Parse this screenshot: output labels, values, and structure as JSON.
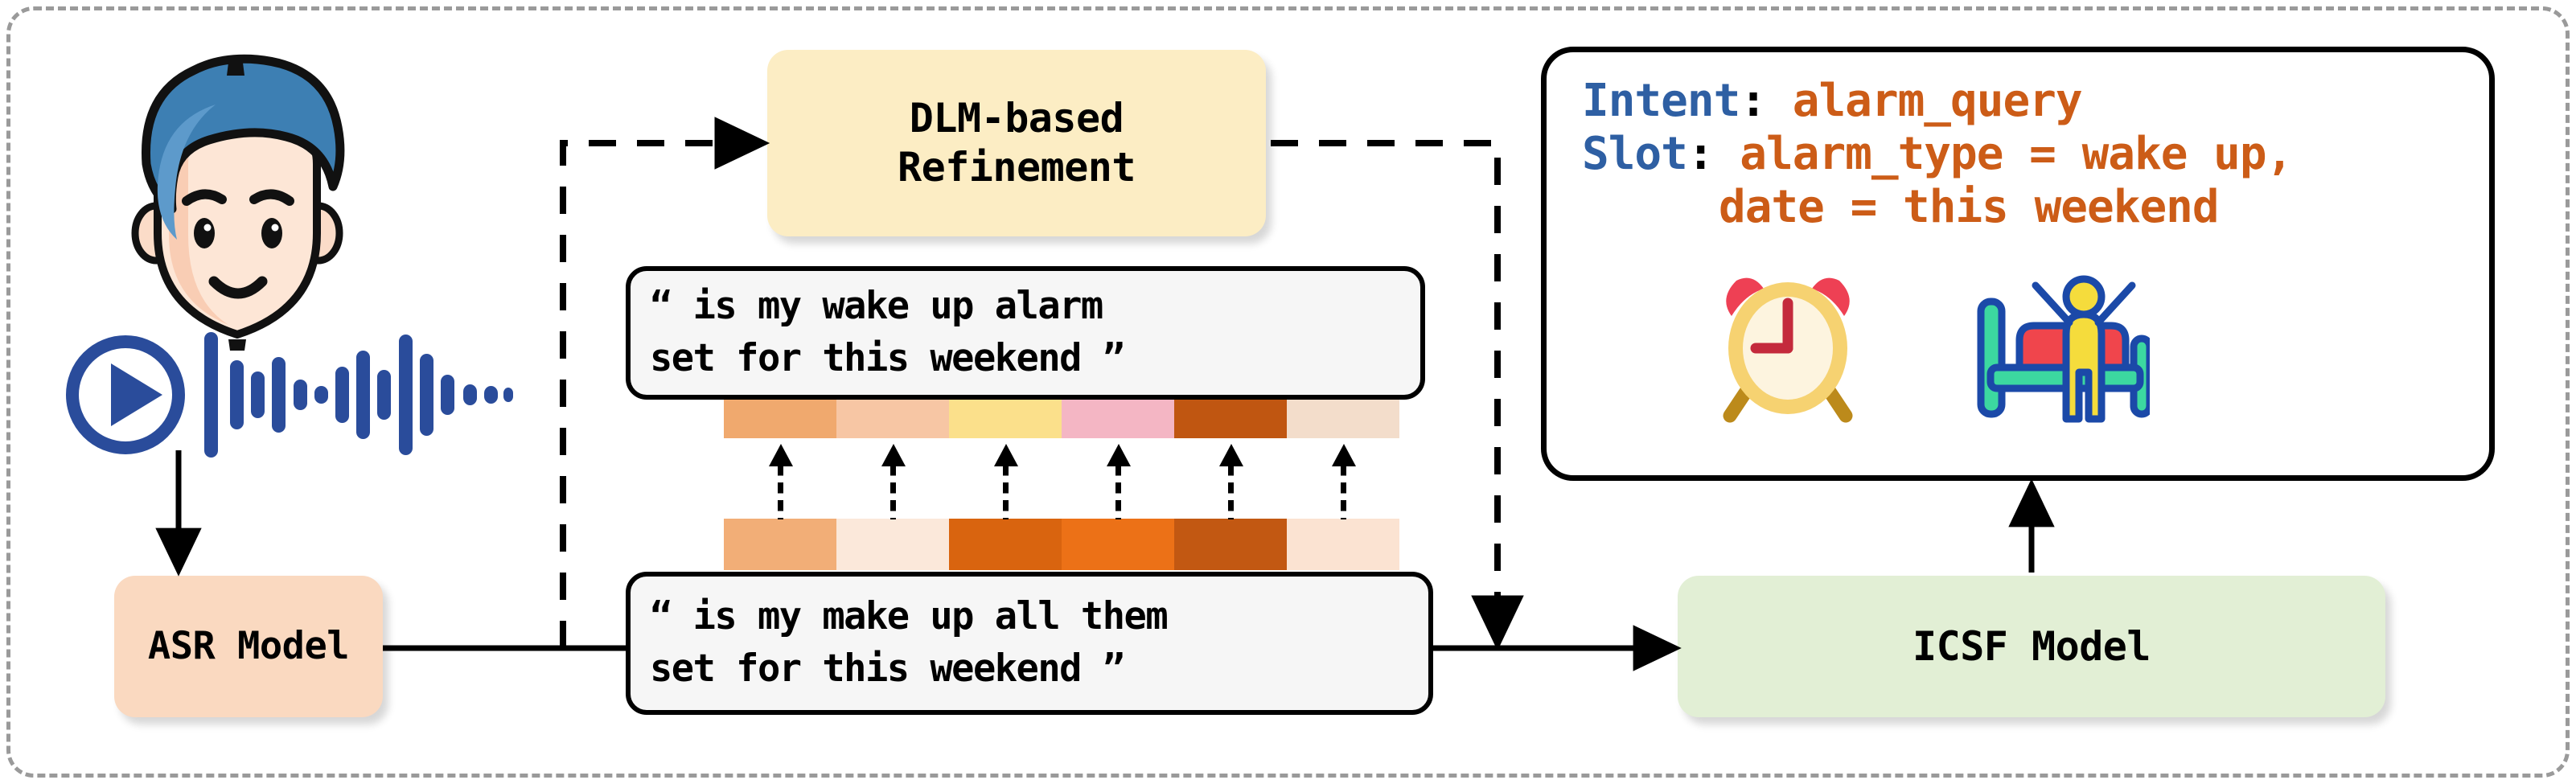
{
  "diagram": {
    "title": "DLM-based refinement pipeline for ASR transcript correction and intent/slot filling",
    "frame_style": "dashed-rounded"
  },
  "avatar": {
    "name": "user-avatar",
    "hair_color": "#3D7FB3",
    "skin_color": "#FBDCC8"
  },
  "audio": {
    "play_icon": "play-circle-icon",
    "waveform_icon": "audio-waveform-icon",
    "color": "#2A4C9B",
    "bar_heights": [
      100,
      55,
      34,
      68,
      22,
      10,
      46,
      78,
      36,
      96,
      62,
      28,
      16,
      13,
      11
    ]
  },
  "boxes": {
    "asr": {
      "label": "ASR Model",
      "color": "#FAD9C0"
    },
    "dlm": {
      "label": "DLM-based\nRefinement",
      "color": "#FCEDC4"
    },
    "icsf": {
      "label": "ICSF Model",
      "color": "#E2EFD5"
    }
  },
  "transcripts": {
    "asr_output": {
      "name": "asr-transcript",
      "open_quote": "“",
      "close_quote": "”",
      "line1": "“ is my make up all them",
      "line2": "set for this weekend ”",
      "tokens": [
        "is my",
        "make",
        "up",
        "all",
        "them",
        "set for this weekend"
      ]
    },
    "refined_output": {
      "name": "refined-transcript",
      "open_quote": "“",
      "close_quote": "”",
      "line1": "“ is my wake up alarm",
      "line2": "set for this weekend ”",
      "tokens": [
        "is my",
        "wake",
        "up",
        "alarm",
        "set",
        "for this weekend"
      ]
    }
  },
  "chart_data": {
    "type": "heatmap",
    "title": "Token-level confidence / attention strips",
    "rows": [
      {
        "name": "refined-heatmap",
        "position": "top",
        "cells": [
          {
            "label": "is my",
            "color": "#F0A96E",
            "width": 140
          },
          {
            "label": "wake",
            "color": "#F7C6A4",
            "width": 140
          },
          {
            "label": "up",
            "color": "#FBE08B",
            "width": 140
          },
          {
            "label": "alarm",
            "color": "#F4B6C4",
            "width": 140
          },
          {
            "label": "set",
            "color": "#C05611",
            "width": 140
          },
          {
            "label": "weekend",
            "color": "#F3DDCB",
            "width": 140
          }
        ]
      },
      {
        "name": "asr-heatmap",
        "position": "bottom",
        "cells": [
          {
            "label": "is my",
            "color": "#F2AE77",
            "width": 140
          },
          {
            "label": "make",
            "color": "#FBE8DA",
            "width": 140
          },
          {
            "label": "up",
            "color": "#D9640F",
            "width": 140
          },
          {
            "label": "all",
            "color": "#EC7117",
            "width": 140
          },
          {
            "label": "them",
            "color": "#C25812",
            "width": 140
          },
          {
            "label": "weekend",
            "color": "#FBE3D2",
            "width": 140
          }
        ]
      }
    ],
    "alignment_arrows": 6,
    "xlabel": "",
    "ylabel": "",
    "legend": "none"
  },
  "result": {
    "name": "intent-slot-panel",
    "intent_key": "Intent",
    "intent_colon": ": ",
    "intent_value": "alarm_query",
    "slot_key": "Slot",
    "slot_colon": ": ",
    "slot_value_line1": "alarm_type = wake up,",
    "slot_value_line2": "date = this weekend",
    "key_color": "#2E5FA3",
    "value_color": "#CC5C17",
    "emojis": [
      {
        "name": "alarm-clock-icon",
        "glyph": "⏰"
      },
      {
        "name": "person-in-bed-icon",
        "glyph": "🛌"
      }
    ]
  },
  "connectors": [
    {
      "name": "avatar-to-asr-arrow",
      "style": "solid",
      "from": "audio",
      "to": "asr-box"
    },
    {
      "name": "asr-to-transcript-line",
      "style": "solid",
      "from": "asr-box",
      "to": "asr-transcript"
    },
    {
      "name": "transcript-to-icsf-arrow",
      "style": "solid",
      "from": "asr-transcript",
      "to": "icsf-box"
    },
    {
      "name": "icsf-to-result-arrow",
      "style": "solid",
      "from": "icsf-box",
      "to": "intent-slot-panel"
    },
    {
      "name": "asr-to-dlm-dashed-arrow",
      "style": "dashed",
      "from": "asr-transcript",
      "to": "dlm-box"
    },
    {
      "name": "dlm-to-icsf-dashed-arrow",
      "style": "dashed",
      "from": "dlm-box",
      "to": "icsf-input"
    }
  ]
}
